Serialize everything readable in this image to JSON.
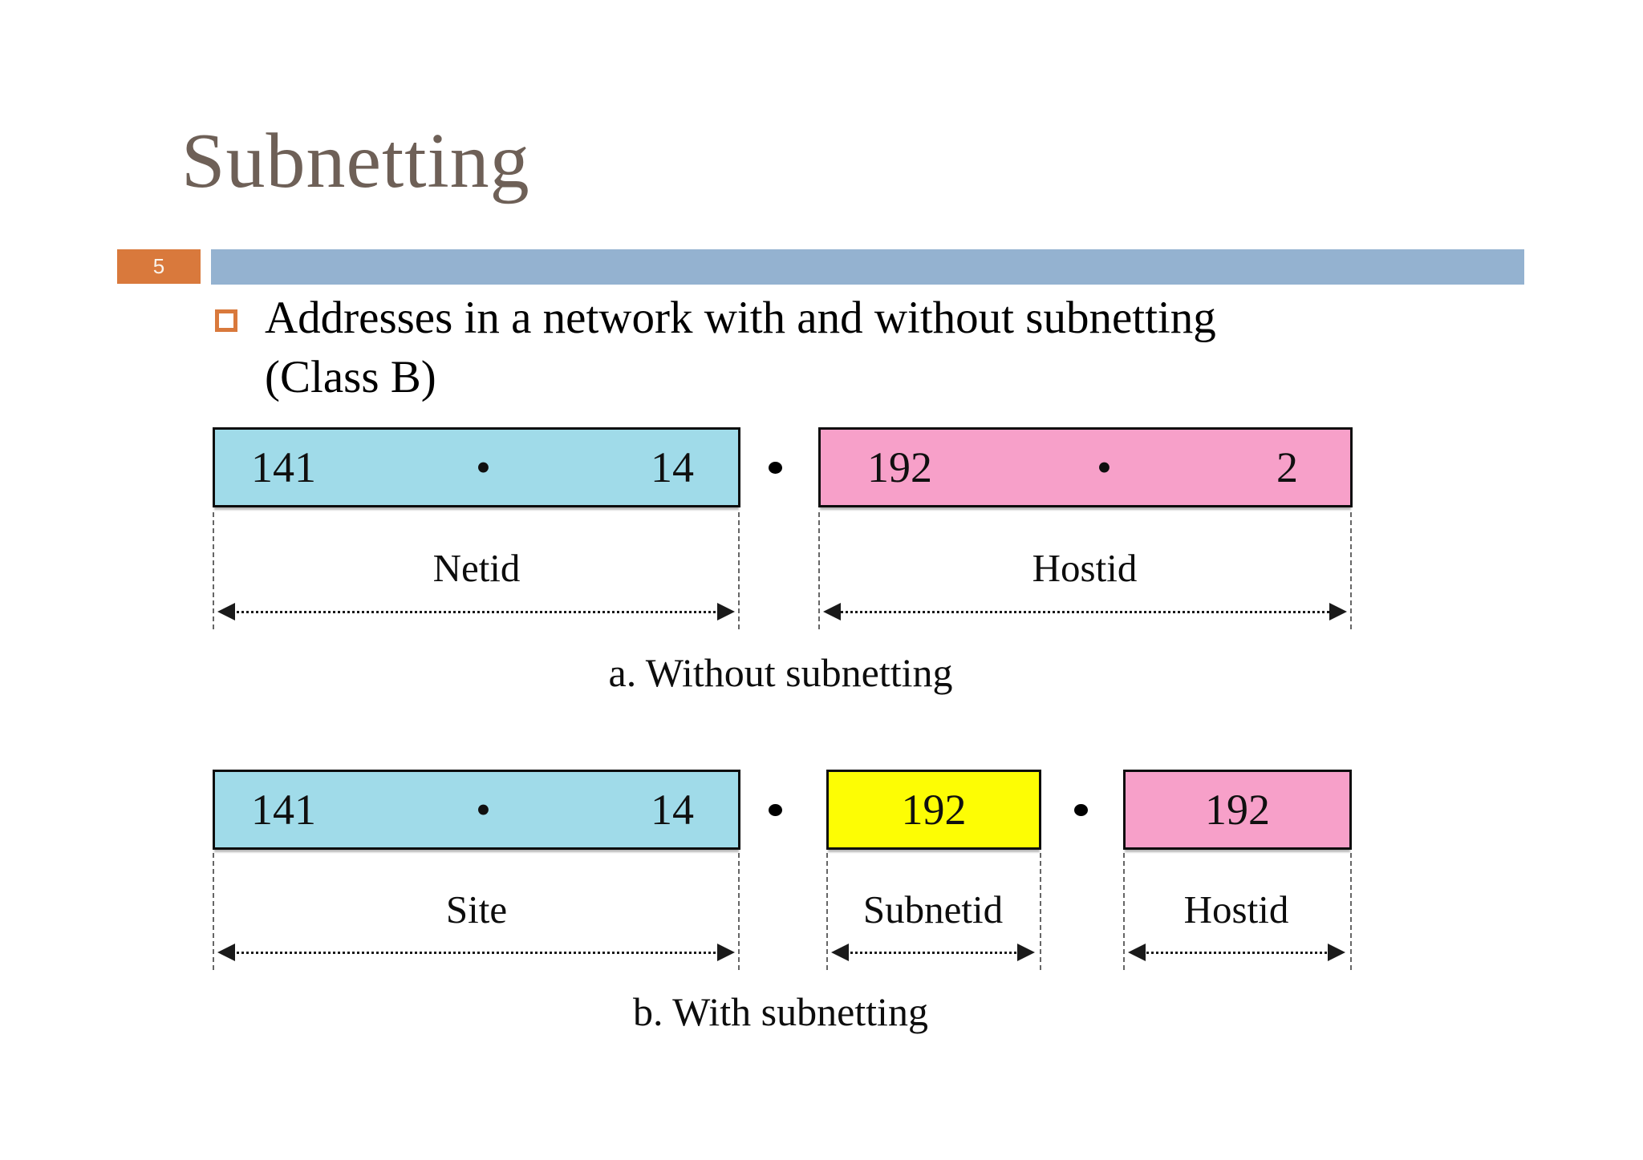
{
  "slide": {
    "title": "Subnetting",
    "page_number": "5",
    "bullet_line1": "Addresses in a network with and without subnetting",
    "bullet_line2": "(Class B)"
  },
  "colors": {
    "accent_orange": "#d9793c",
    "bar_blue": "#94b2d0",
    "box_cyan": "#a0dbe9",
    "box_pink": "#f7a0c9",
    "box_yellow": "#fdfd04",
    "title_brown": "#6e6057"
  },
  "figure_a": {
    "caption": "a. Without subnetting",
    "netid_box": {
      "octet1": "141",
      "dot": "•",
      "octet2": "14"
    },
    "separator_dot": "",
    "hostid_box": {
      "octet1": "192",
      "dot": "•",
      "octet2": "2"
    },
    "netid_label": "Netid",
    "hostid_label": "Hostid"
  },
  "figure_b": {
    "caption": "b. With subnetting",
    "site_box": {
      "octet1": "141",
      "dot": "•",
      "octet2": "14"
    },
    "subnetid_box_value": "192",
    "hostid_box_value": "192",
    "site_label": "Site",
    "subnetid_label": "Subnetid",
    "hostid_label": "Hostid"
  }
}
